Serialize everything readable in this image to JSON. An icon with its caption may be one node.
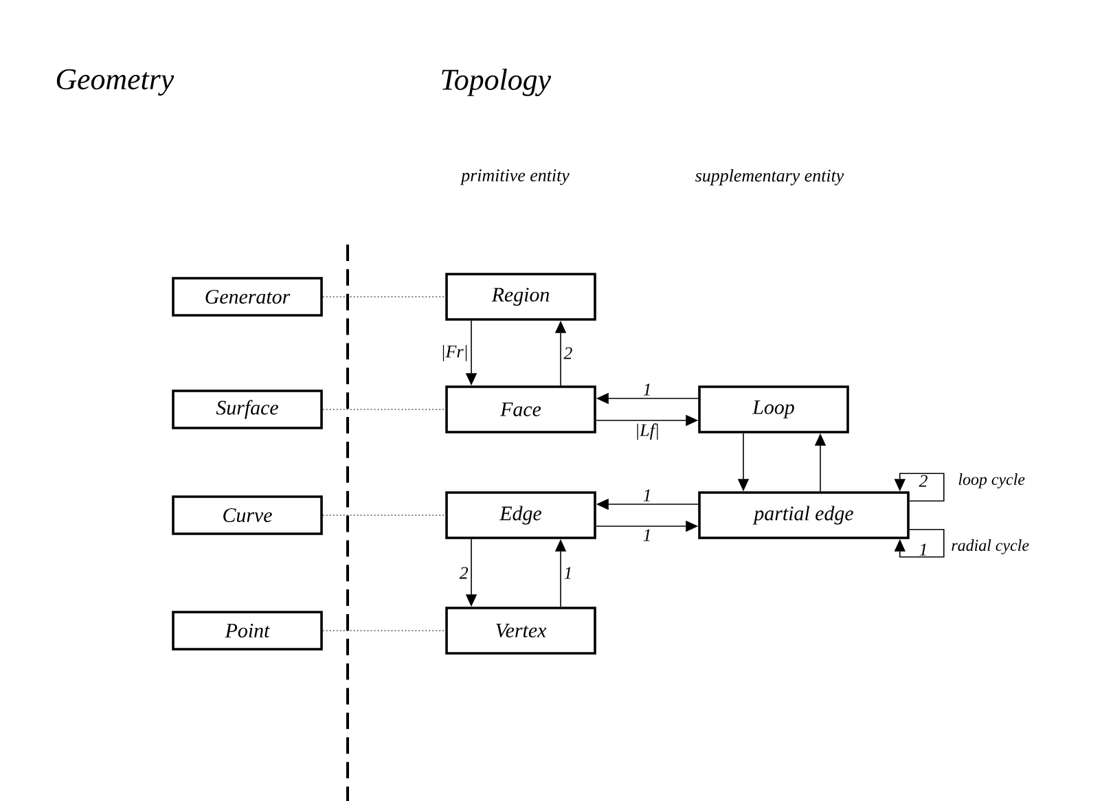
{
  "diagram": {
    "nodes": [
      {
        "text": [
          "Generator"
        ]
      },
      {
        "text": [
          "Surface"
        ]
      },
      {
        "text": [
          "Curve"
        ]
      },
      {
        "text": [
          "Point"
        ]
      },
      {
        "text": [
          "Region"
        ]
      },
      {
        "text": [
          "Face"
        ]
      },
      {
        "text": [
          "Edge"
        ]
      },
      {
        "text": [
          "Vertex"
        ]
      },
      {
        "text": [
          "Loop"
        ]
      },
      {
        "text": [
          "partial edge"
        ]
      }
    ],
    "edges": [
      {
        "from": 0,
        "to": 4,
        "arrow": "none",
        "style": "dashed"
      },
      {
        "from": 1,
        "to": 5,
        "arrow": "none",
        "style": "dashed"
      },
      {
        "from": 2,
        "to": 6,
        "arrow": "none",
        "style": "dashed"
      },
      {
        "from": 3,
        "to": 7,
        "arrow": "none",
        "style": "dashed"
      },
      {
        "from": 4,
        "to": 5,
        "arrow": "to",
        "label": "|Fr|"
      },
      {
        "from": 5,
        "to": 4,
        "arrow": "to",
        "label": "2"
      },
      {
        "from": 8,
        "to": 5,
        "arrow": "to",
        "label": "1"
      },
      {
        "from": 5,
        "to": 8,
        "arrow": "to",
        "label": "|Lf|"
      },
      {
        "from": 8,
        "to": 9,
        "arrow": "to"
      },
      {
        "from": 9,
        "to": 8,
        "arrow": "to"
      },
      {
        "from": 9,
        "to": 6,
        "arrow": "to",
        "label": "1"
      },
      {
        "from": 6,
        "to": 9,
        "arrow": "to",
        "label": "1"
      },
      {
        "from": 6,
        "to": 7,
        "arrow": "to",
        "label": "2"
      },
      {
        "from": 7,
        "to": 6,
        "arrow": "to",
        "label": "1"
      },
      {
        "from": 9,
        "to": 9,
        "arrow": "to",
        "label": "2"
      },
      {
        "from": 9,
        "to": 9,
        "arrow": "to",
        "label": "1"
      }
    ],
    "labels": [
      "Geometry",
      "Topology",
      "primitive entity",
      "supplementary entity",
      "loop cycle",
      "radial cycle"
    ]
  }
}
